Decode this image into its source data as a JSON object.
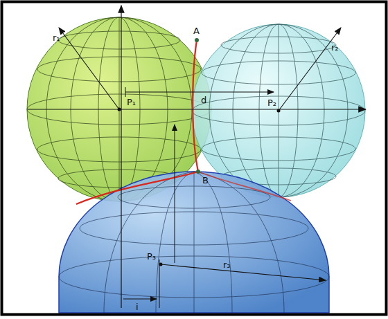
{
  "diagram": {
    "labels": [
      "r₁",
      "A",
      "d",
      "r₂",
      "P₁",
      "P₂",
      "B",
      "P₃",
      "r₃",
      "i"
    ]
  }
}
